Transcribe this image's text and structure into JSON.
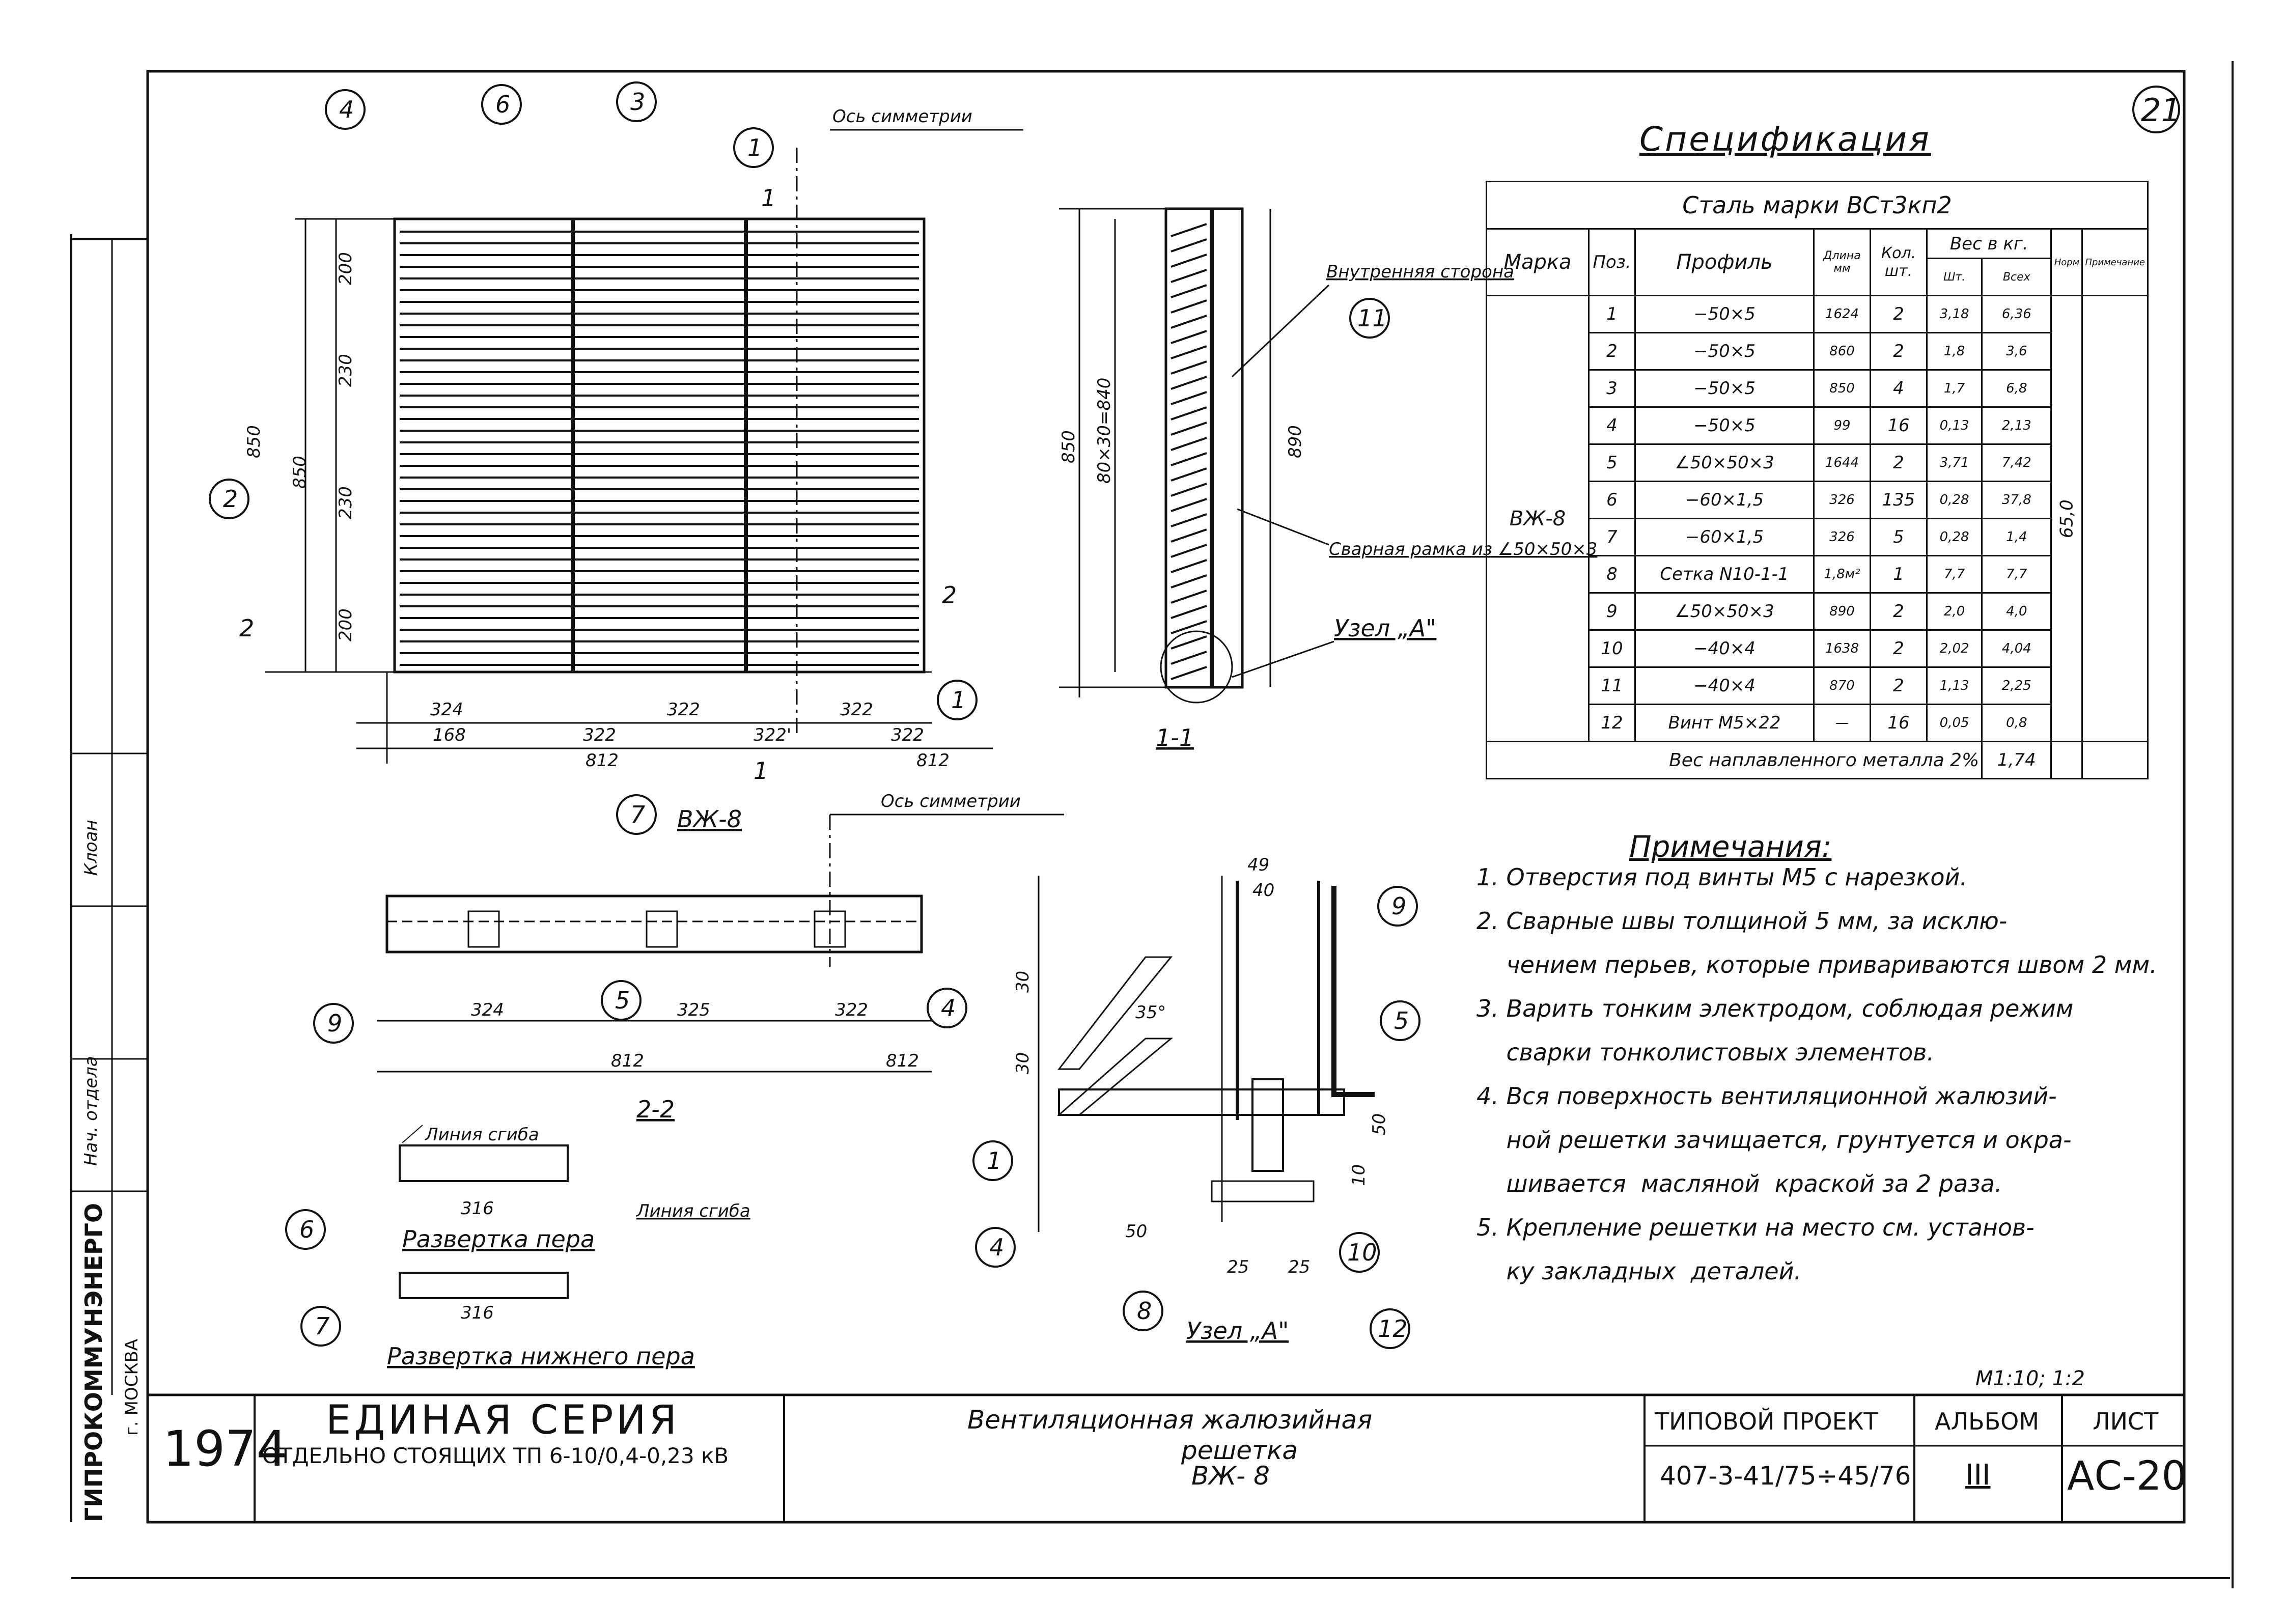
{
  "sheet_number_corner": "21",
  "scale": "М1:10; 1:2",
  "spec": {
    "title": "Спецификация",
    "steel": "Сталь марки ВСт3кп2",
    "headers": {
      "mark": "Марка",
      "pos": "Поз.",
      "profile": "Профиль",
      "length": "Длина мм",
      "qty": "Кол. шт.",
      "weight": "Вес в кг.",
      "unit": "Шт.",
      "all": "Всех",
      "mark_total": "Норм",
      "note": "Примечание"
    },
    "mark_value": "ВЖ-8",
    "total": "65,0",
    "rows": [
      {
        "pos": "1",
        "profile": "−50×5",
        "length": "1624",
        "qty": "2",
        "unit": "3,18",
        "all": "6,36"
      },
      {
        "pos": "2",
        "profile": "−50×5",
        "length": "860",
        "qty": "2",
        "unit": "1,8",
        "all": "3,6"
      },
      {
        "pos": "3",
        "profile": "−50×5",
        "length": "850",
        "qty": "4",
        "unit": "1,7",
        "all": "6,8"
      },
      {
        "pos": "4",
        "profile": "−50×5",
        "length": "99",
        "qty": "16",
        "unit": "0,13",
        "all": "2,13"
      },
      {
        "pos": "5",
        "profile": "∠50×50×3",
        "length": "1644",
        "qty": "2",
        "unit": "3,71",
        "all": "7,42"
      },
      {
        "pos": "6",
        "profile": "−60×1,5",
        "length": "326",
        "qty": "135",
        "unit": "0,28",
        "all": "37,8"
      },
      {
        "pos": "7",
        "profile": "−60×1,5",
        "length": "326",
        "qty": "5",
        "unit": "0,28",
        "all": "1,4"
      },
      {
        "pos": "8",
        "profile": "Сетка N10-1-1",
        "length": "1,8м²",
        "qty": "1",
        "unit": "7,7",
        "all": "7,7"
      },
      {
        "pos": "9",
        "profile": "∠50×50×3",
        "length": "890",
        "qty": "2",
        "unit": "2,0",
        "all": "4,0"
      },
      {
        "pos": "10",
        "profile": "−40×4",
        "length": "1638",
        "qty": "2",
        "unit": "2,02",
        "all": "4,04"
      },
      {
        "pos": "11",
        "profile": "−40×4",
        "length": "870",
        "qty": "2",
        "unit": "1,13",
        "all": "2,25"
      },
      {
        "pos": "12",
        "profile": "Винт М5×22",
        "length": "—",
        "qty": "16",
        "unit": "0,05",
        "all": "0,8"
      }
    ],
    "weld_label": "Вес наплавленного металла 2%",
    "weld_value": "1,74"
  },
  "notes": {
    "title": "Примечания:",
    "items": [
      "1. Отверстия под винты М5 с нарезкой.",
      "2. Сварные швы толщиной 5 мм, за исклю-",
      "    чением перьев, которые привариваются швом 2 мм.",
      "3. Варить тонким электродом, соблюдая режим",
      "    сварки тонколистовых элементов.",
      "4. Вся поверхность вентиляционной жалюзий-",
      "    ной решетки зачищается, грунтуется и окра-",
      "    шивается  масляной  краской за 2 раза.",
      "5. Крепление решетки на место см. установ-",
      "    ку закладных  деталей."
    ]
  },
  "drawing": {
    "main_view_title": "ВЖ-8",
    "axis_label": "Ось симметрии",
    "axis_label2": "Ось симметрии",
    "section11": "1-1",
    "section22": "2-2",
    "inner_side": "Внутренняя сторона",
    "welded_frame": "Сварная рамка из ∠50×50×3",
    "node_a_ref": "Узел „А\"",
    "node_a_title": "Узел „А\"",
    "unfold_feather": "Развертка пера",
    "unfold_lower": "Развертка нижнего пера",
    "bend_line": "Линия сгиба",
    "bend_line2": "Линия сгиба",
    "dims_bottom": [
      "324",
      "322",
      "322",
      "168",
      "322",
      "322'",
      "322",
      "812",
      "812"
    ],
    "dims_left": [
      "200",
      "230",
      "230",
      "200",
      "850",
      "850"
    ],
    "dims_22": [
      "324",
      "325",
      "322",
      "812",
      "812"
    ],
    "dim_316": "316",
    "dim_316b": "316",
    "dims_11": [
      "850",
      "80×30=840",
      "890"
    ],
    "dims_node": [
      "49",
      "40",
      "30",
      "30",
      "35°",
      "50",
      "25",
      "25",
      "50",
      "10"
    ]
  },
  "stamp": {
    "side_org": "ГИПРОКОММУНЭНЕРГО",
    "side_city": "г. МОСКВА",
    "side_role1": "Нач. отдела",
    "side_role2": "Клоан",
    "year": "1974",
    "series_title": "ЕДИНАЯ   СЕРИЯ",
    "series_sub": "ОТДЕЛЬНО СТОЯЩИХ  ТП 6-10/0,4-0,23 кВ",
    "doc_title1": "Вентиляционная      жалюзийная",
    "doc_title2": "решетка",
    "doc_title3": "ВЖ- 8",
    "project_label": "ТИПОВОЙ ПРОЕКТ",
    "project_value": "407-3-41/75÷45/76",
    "album_label": "АЛЬБОМ",
    "album_value": "III",
    "sheet_label": "ЛИСТ",
    "sheet_value": "АС-20"
  }
}
